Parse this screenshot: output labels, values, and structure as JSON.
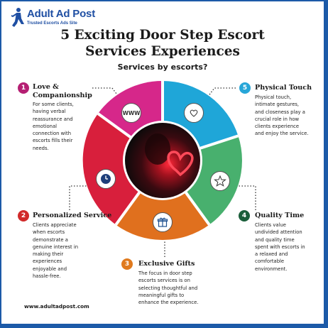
{
  "brand": {
    "name": "Adult Ad Post",
    "tagline": "Trusted Escorts Ads Site"
  },
  "title_line1": "5 Exciting Door Step Escort",
  "title_line2": "Services Experiences",
  "subtitle": "Services by escorts?",
  "website": "www.adultadpost.com",
  "colors": {
    "frame": "#1c5aa8",
    "segment_magenta": "#d6278a",
    "segment_blue": "#1fa6d8",
    "segment_green": "#48b06e",
    "segment_orange": "#e0701e",
    "segment_red": "#d81f3c",
    "badge_1": "#b51f73",
    "badge_2": "#d12a2a",
    "badge_3": "#e07a1e",
    "badge_4": "#1a5e3a",
    "badge_5": "#27a6d8"
  },
  "items": [
    {
      "number": "1",
      "heading_line1": "Love &",
      "heading_line2": "Companionship",
      "text": [
        "For some clients,",
        "having verbal",
        "reassurance and",
        "emotional",
        "connection with",
        "escorts fills their",
        "needs."
      ],
      "icon": "www-icon",
      "icon_text": "WWW"
    },
    {
      "number": "2",
      "heading_line1": "Personalized Service",
      "text": [
        "Clients appreciate",
        "when escorts",
        "demonstrate a",
        "genuine interest in",
        "making their",
        "experiences",
        "enjoyable and",
        "hassle-free."
      ],
      "icon": "clock-icon"
    },
    {
      "number": "3",
      "heading_line1": "Exclusive Gifts",
      "text": [
        "The focus in door step",
        "escorts services is on",
        "selecting thoughtful and",
        "meaningful gifts to",
        "enhance the experience."
      ],
      "icon": "gift-icon"
    },
    {
      "number": "4",
      "heading_line1": "Quality Time",
      "text": [
        "Clients value",
        "undivided attention",
        "and quality time",
        "spent with escorts in",
        "a relaxed and",
        "comfortable",
        "environment."
      ],
      "icon": "star-icon"
    },
    {
      "number": "5",
      "heading_line1": "Physical Touch",
      "text": [
        "Physical touch,",
        "intimate gestures,",
        "and closeness play a",
        "crucial role in how",
        "clients experience",
        "and enjoy the service."
      ],
      "icon": "heart-chat-icon"
    }
  ]
}
